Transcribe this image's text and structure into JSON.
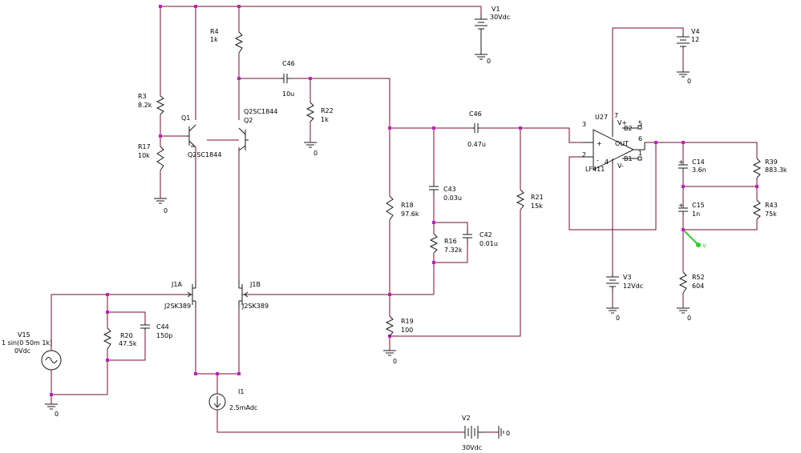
{
  "colors": {
    "wire": "#7a0e2a",
    "component": "#1a1a1a",
    "junction": "#c020c0",
    "probe": "#33cc33",
    "background": "#ffffff"
  },
  "ground_label": "0",
  "components": {
    "V1": {
      "ref": "V1",
      "value": "30Vdc"
    },
    "V2": {
      "ref": "V2",
      "value": "30Vdc"
    },
    "V3": {
      "ref": "V3",
      "value": "12Vdc"
    },
    "V4": {
      "ref": "V4",
      "value": "12"
    },
    "V15": {
      "ref": "V15",
      "line1": "1 sin(0 50m 1k)",
      "line2": "0Vdc"
    },
    "I1": {
      "ref": "I1",
      "value": "2.5mAdc"
    },
    "R3": {
      "ref": "R3",
      "value": "8.2k"
    },
    "R4": {
      "ref": "R4",
      "value": "1k"
    },
    "R17": {
      "ref": "R17",
      "value": "10k"
    },
    "R22": {
      "ref": "R22",
      "value": "1k"
    },
    "R18": {
      "ref": "R18",
      "value": "97.6k"
    },
    "R16": {
      "ref": "R16",
      "value": "7.32k"
    },
    "R19": {
      "ref": "R19",
      "value": "100"
    },
    "R20": {
      "ref": "R20",
      "value": "47.5k"
    },
    "R21": {
      "ref": "R21",
      "value": "15k"
    },
    "R39": {
      "ref": "R39",
      "value": "883.3k"
    },
    "R43": {
      "ref": "R43",
      "value": "75k"
    },
    "R52": {
      "ref": "R52",
      "value": "604"
    },
    "C46_top": {
      "ref": "C46",
      "value": "10u"
    },
    "C46_mid": {
      "ref": "C46",
      "value": "0.47u"
    },
    "C43": {
      "ref": "C43",
      "value": "0.03u"
    },
    "C42": {
      "ref": "C42",
      "value": "0.01u"
    },
    "C44": {
      "ref": "C44",
      "value": "150p"
    },
    "C14": {
      "ref": "C14",
      "value": "3.6n"
    },
    "C15": {
      "ref": "C15",
      "value": "1n"
    },
    "Q1": {
      "ref": "Q1",
      "part": "Q2SC1844"
    },
    "Q2": {
      "ref": "Q2",
      "part": "Q2SC1844"
    },
    "J1A": {
      "ref": "J1A",
      "part": "J2SK389"
    },
    "J1B": {
      "ref": "J1B",
      "part": "J2SK389"
    },
    "U27": {
      "ref": "U27",
      "part": "LF411",
      "plus": "+",
      "minus": "-",
      "out": "OUT",
      "vplus": "V+",
      "vminus": "V-",
      "b2": "B2",
      "b1": "B1",
      "pin3": "3",
      "pin2": "2",
      "pin4": "4",
      "pin7": "7",
      "pin6": "6",
      "pin5": "5",
      "pin1": "1"
    }
  }
}
